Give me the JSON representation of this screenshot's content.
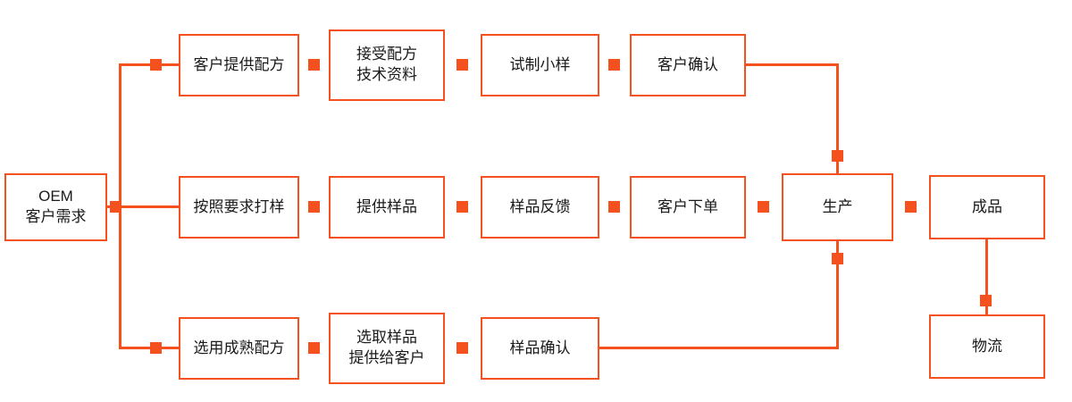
{
  "diagram": {
    "title": "OEM process flowchart",
    "accent_color": "#f4511e",
    "nodes": {
      "oem": {
        "label": "OEM\n客户需求"
      },
      "r1c1": {
        "label": "客户提供配方"
      },
      "r1c2": {
        "label": "接受配方\n技术资料"
      },
      "r1c3": {
        "label": "试制小样"
      },
      "r1c4": {
        "label": "客户确认"
      },
      "r2c1": {
        "label": "按照要求打样"
      },
      "r2c2": {
        "label": "提供样品"
      },
      "r2c3": {
        "label": "样品反馈"
      },
      "r2c4": {
        "label": "客户下单"
      },
      "r2c5": {
        "label": "生产"
      },
      "r2c6": {
        "label": "成品"
      },
      "r3c1": {
        "label": "选用成熟配方"
      },
      "r3c2": {
        "label": "选取样品\n提供给客户"
      },
      "r3c3": {
        "label": "样品确认"
      },
      "r4c1": {
        "label": "物流"
      }
    },
    "edges": [
      "OEM客户需求 -> 客户提供配方",
      "OEM客户需求 -> 按照要求打样",
      "OEM客户需求 -> 选用成熟配方",
      "客户提供配方 -> 接受配方技术资料 -> 试制小样 -> 客户确认 -> 生产",
      "按照要求打样 -> 提供样品 -> 样品反馈 -> 客户下单 -> 生产 -> 成品 -> 物流",
      "选用成熟配方 -> 选取样品提供给客户 -> 样品确认 -> 生产"
    ]
  }
}
